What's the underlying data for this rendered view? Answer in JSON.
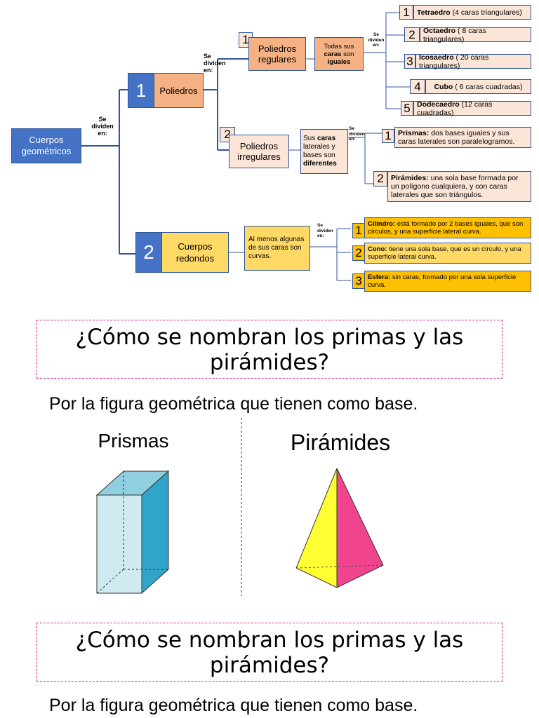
{
  "diagram": {
    "root": "Cuerpos geométricos",
    "root_conn": [
      "Se",
      "dividen",
      "en:"
    ],
    "poliedros": {
      "num": "1",
      "label": "Poliedros",
      "conn": [
        "Se",
        "dividen",
        "en:"
      ]
    },
    "regulares": {
      "num": "1",
      "label": "Poliedros regulares",
      "desc_a": "Todas sus ",
      "desc_b": "caras",
      "desc_c": " son ",
      "desc_d": "iguales",
      "conn": [
        "Se",
        "dividen",
        "en:"
      ],
      "items": [
        {
          "num": "1",
          "bold": "Tetraedro",
          "rest": " (4 caras triangulares)"
        },
        {
          "num": "2",
          "bold": "Octaedro",
          "rest": " ( 8 caras triangulares)"
        },
        {
          "num": "3",
          "bold": "Icosaedro",
          "rest": " ( 20 caras triangulares)"
        },
        {
          "num": "4",
          "bold": "Cubo",
          "rest": " ( 6 caras cuadradas)"
        },
        {
          "num": "5",
          "bold": "Dodecaedro",
          "rest": " (12 caras cuadradas)"
        }
      ]
    },
    "irregulares": {
      "num": "2",
      "label": "Poliedros irregulares",
      "desc_a": "Sus ",
      "desc_b": "caras",
      "desc_c": " laterales y bases son ",
      "desc_d": "diferentes",
      "conn": [
        "Se",
        "dividen",
        "en:"
      ],
      "items": [
        {
          "num": "1",
          "bold": "Prismas:",
          "rest": " dos bases iguales y sus caras laterales son paralelogramos."
        },
        {
          "num": "2",
          "bold": "Pirámides:",
          "rest": "  una sola base formada por un polígono cualquiera, y con caras laterales que son triángulos."
        }
      ]
    },
    "redondos": {
      "num": "2",
      "label": "Cuerpos redondos",
      "desc": "Al menos algunas de sus caras son curvas.",
      "conn": [
        "Se",
        "dividen",
        "en:"
      ],
      "items": [
        {
          "num": "1",
          "bold": "Cilindro:",
          "rest": " está formado por 2 bases iguales, que son círculos, y una superficie lateral curva."
        },
        {
          "num": "2",
          "bold": "Cono:",
          "rest": " tiene una sola base, que es un círculo, y una superficie lateral curva."
        },
        {
          "num": "3",
          "bold": "Esfera:",
          "rest": " sin caras, formado por una sola superficie curva."
        }
      ]
    }
  },
  "question1": "¿Cómo se nombran los primas y las pirámides?",
  "answer1": "Por la figura geométrica que tienen como base.",
  "prismas_label": "Prismas",
  "piramides_label": "Pirámides",
  "question2": "¿Cómo se nombran los primas y las pirámides?",
  "answer2": "Por la figura geométrica que tienen como base.",
  "colors": {
    "blue": "#4472c4",
    "orange": "#f4b183",
    "peach": "#fbe5d6",
    "yellow": "#ffd966",
    "gold": "#ffc000",
    "magenta": "#e0218a",
    "prism": "#b7dde8",
    "prism_side": "#31a5c9",
    "pyr_left": "#ffff33",
    "pyr_right": "#f0448e"
  }
}
